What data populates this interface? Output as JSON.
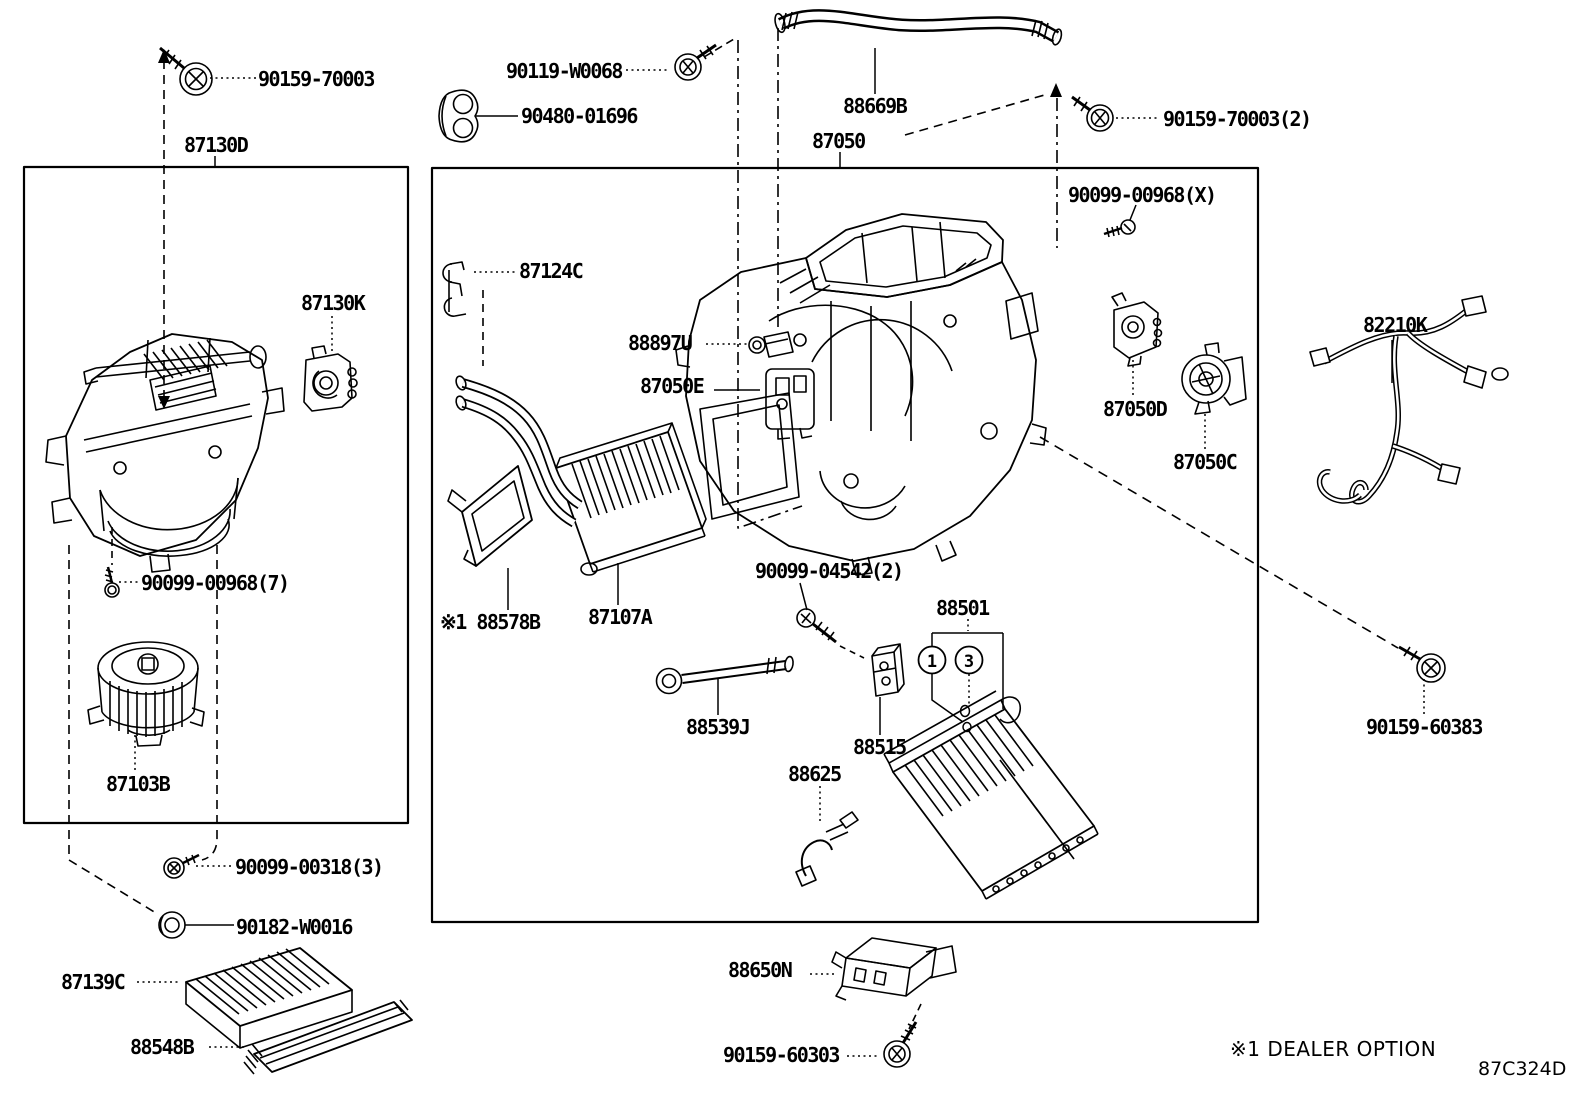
{
  "diagram": {
    "background": "#ffffff",
    "line_color": "#000000",
    "labels": [
      {
        "text": "90159-70003"
      },
      {
        "text": "90119-W0068"
      },
      {
        "text": "90480-01696"
      },
      {
        "text": "88669B"
      },
      {
        "text": "87050"
      },
      {
        "text": "90159-70003(2)"
      },
      {
        "text": "87130D"
      },
      {
        "text": "90099-00968(X)"
      },
      {
        "text": "87124C"
      },
      {
        "text": "87130K"
      },
      {
        "text": "88897U"
      },
      {
        "text": "87050E"
      },
      {
        "text": "82210K"
      },
      {
        "text": "87050D"
      },
      {
        "text": "87050C"
      },
      {
        "text": "90099-00968(7)"
      },
      {
        "text": "90099-04542(2)"
      },
      {
        "text": "88501"
      },
      {
        "text": "※1 88578B"
      },
      {
        "text": "87107A"
      },
      {
        "text": "88539J"
      },
      {
        "text": "88515"
      },
      {
        "text": "87103B"
      },
      {
        "text": "88625"
      },
      {
        "text": "90099-00318(3)"
      },
      {
        "text": "90182-W0016"
      },
      {
        "text": "87139C"
      },
      {
        "text": "88548B"
      },
      {
        "text": "88650N"
      },
      {
        "text": "90159-60303"
      },
      {
        "text": "90159-60383"
      }
    ],
    "callouts": [
      {
        "text": "1"
      },
      {
        "text": "3"
      }
    ],
    "note": "※1 DEALER OPTION",
    "drawing_code": "87C324D"
  }
}
